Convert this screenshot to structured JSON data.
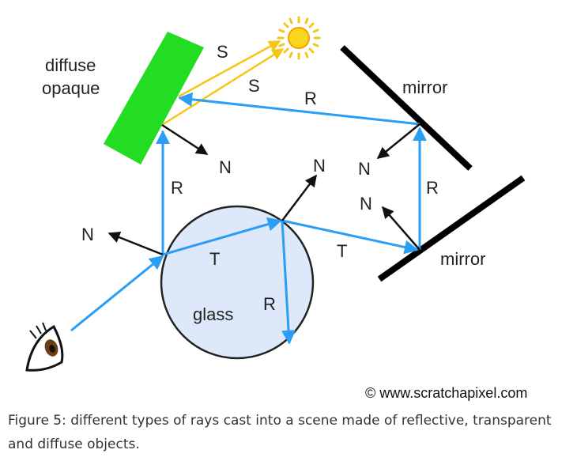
{
  "labels": {
    "diffuse_line1": "diffuse",
    "diffuse_line2": "opaque",
    "mirror_top": "mirror",
    "mirror_bottom": "mirror",
    "glass": "glass",
    "shadow_ray_1": "S",
    "shadow_ray_2": "S",
    "reflection_top": "R",
    "reflection_left": "R",
    "reflection_right": "R",
    "reflection_glass": "R",
    "transmission_glass": "T",
    "transmission_out": "T",
    "normal_eye": "N",
    "normal_diffuse": "N",
    "normal_glass_top": "N",
    "normal_mirror_top": "N",
    "normal_mirror_bottom": "N"
  },
  "credit": "© www.scratchapixel.com",
  "caption": "Figure 5: different types of rays cast into a scene made of reflective, transparent and diffuse objects.",
  "colors": {
    "ray": "#2a9df4",
    "shadow_ray": "#f5c518",
    "diffuse_object": "#22dd22",
    "glass_fill": "#dde8fb",
    "mirror": "#000000",
    "sun": "#f9d71c"
  },
  "icons": [
    "sun-icon",
    "eye-icon"
  ]
}
